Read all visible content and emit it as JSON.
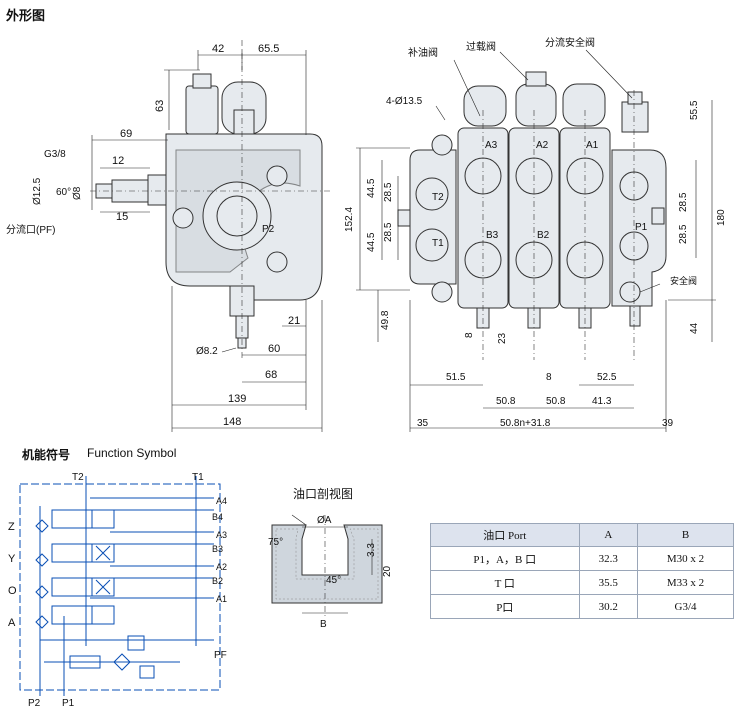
{
  "headings": {
    "outline": "外形图",
    "function_symbol_cn": "机能符号",
    "function_symbol_en": "Function Symbol",
    "port_section": "油口剖视图"
  },
  "side_view": {
    "dims": [
      "42",
      "65.5",
      "63",
      "69",
      "G3/8",
      "12",
      "60°",
      "Ø12.5",
      "Ø8",
      "15",
      "21",
      "60",
      "68",
      "139",
      "148",
      "Ø8.2"
    ],
    "labels": {
      "pf_port": "分流口(PF)",
      "p2": "P2"
    }
  },
  "front_view": {
    "labels": {
      "replenish_valve": "补油阀",
      "overload_valve": "过载阀",
      "flow_relief_valve": "分流安全阀",
      "relief_valve": "安全阀",
      "mount_holes": "4-Ø13.5"
    },
    "ports": [
      "A3",
      "A2",
      "A1",
      "B3",
      "B2",
      "T2",
      "T1",
      "P1"
    ],
    "dims_v": [
      "55.5",
      "152.4",
      "44.5",
      "28.5",
      "28.5",
      "44.5",
      "28.5",
      "28.5",
      "180",
      "49.8",
      "8",
      "23",
      "44"
    ],
    "dims_h": [
      "51.5",
      "8",
      "52.5",
      "50.8",
      "50.8",
      "41.3",
      "35",
      "50.8n+31.8",
      "39"
    ]
  },
  "symbol": {
    "ports_top": [
      "T2",
      "T1"
    ],
    "ports_right": [
      "A4",
      "B4",
      "A3",
      "B3",
      "A2",
      "B2",
      "A1",
      "PF"
    ],
    "row_labels": [
      "Z",
      "Y",
      "O",
      "A"
    ],
    "ports_bottom": [
      "P2",
      "P1"
    ]
  },
  "port_section": {
    "dims": [
      "ØA",
      "75°",
      "3.3",
      "20",
      "45°",
      "B"
    ]
  },
  "port_table": {
    "headers": [
      "油口 Port",
      "A",
      "B"
    ],
    "rows": [
      [
        "P1，A，B 口",
        "32.3",
        "M30 x 2"
      ],
      [
        "T 口",
        "35.5",
        "M33 x 2"
      ],
      [
        "P口",
        "30.2",
        "G3/4"
      ]
    ]
  }
}
